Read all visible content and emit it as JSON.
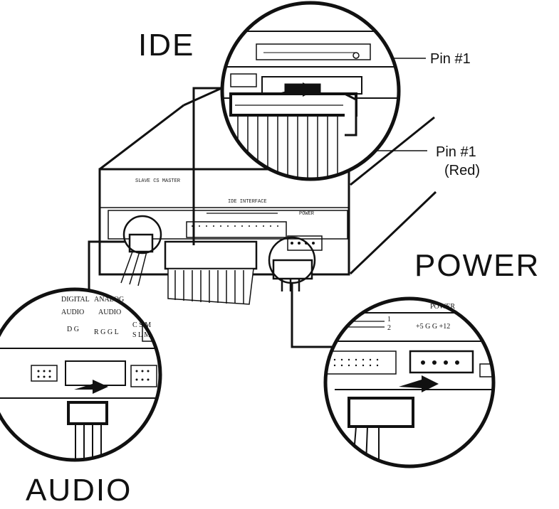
{
  "labels": {
    "ide": "IDE",
    "power": "POWER",
    "audio": "AUDIO",
    "pin1_top": "Pin #1",
    "pin1_mid": "Pin #1",
    "pin1_red": "(Red)"
  },
  "audio_panel": {
    "digital": "DIGITAL",
    "analog": "ANALOG",
    "audio1": "AUDIO",
    "audio2": "AUDIO",
    "dg": "D G",
    "rggl": "R G G L",
    "csm": "C S M",
    "slm": "S L M"
  },
  "power_panel": {
    "title": "POWER",
    "pins": "+5   G   G   +12",
    "n1": "1",
    "n2": "2"
  }
}
